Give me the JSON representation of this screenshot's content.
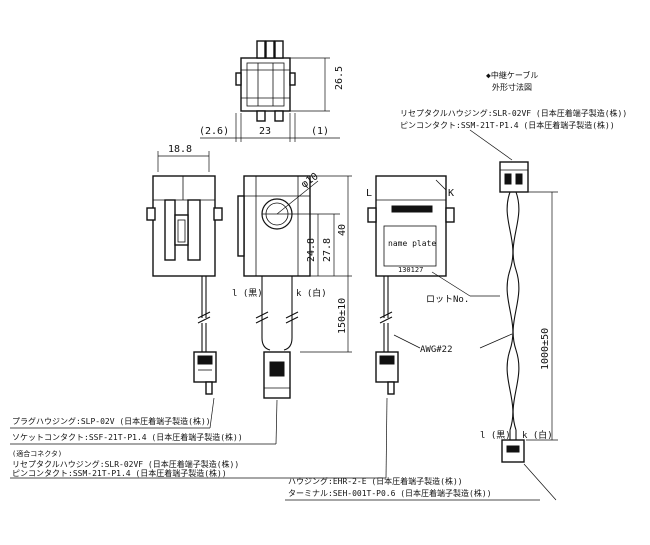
{
  "labels": {
    "top_width": "23",
    "top_left_offset": "(2.6)",
    "top_right_offset": "(1)",
    "top_height": "26.5",
    "front_width": "18.8",
    "diameter": "φ10",
    "dim_27_8": "27.8",
    "dim_24_8": "24.8",
    "dim_40": "40",
    "cable_len_150": "150±10",
    "lead_l_white_1": "l (黒)",
    "lead_k_white_1": "k (白)",
    "label_L": "L",
    "label_K": "K",
    "nameplate": "name plate",
    "lot_print": "130127",
    "lot_no": "ロットNo.",
    "awg": "AWG#22",
    "relay_cable_title": "◆中継ケーブル",
    "relay_cable_subtitle": "外形寸法図",
    "recept_housing": "リセプタクルハウジング:SLR-02VF (日本圧着端子製造(株))",
    "pin_contact": "ピンコンタクト:SSM-21T-P1.4 (日本圧着端子製造(株))",
    "cable_len_1000": "1000±50",
    "lead_l_white_2": "l (黒)",
    "lead_k_white_2": "k (白)",
    "plug_housing": "プラグハウジング:SLP-02V (日本圧着端子製造(株))",
    "socket_contact": "ソケットコンタクト:SSF-21T-P1.4 (日本圧着端子製造(株))",
    "mating_connector": "(適合コネクタ)",
    "recept_housing_2": "リセプタクルハウジング:SLR-02VF (日本圧着端子製造(株))",
    "pin_contact_2": "ピンコンタクト:SSM-21T-P1.4 (日本圧着端子製造(株))",
    "housing_eh": "ハウジング:EHR-2-E (日本圧着端子製造(株))",
    "terminal_eh": "ターミナル:SEH-001T-P0.6 (日本圧着端子製造(株))"
  }
}
